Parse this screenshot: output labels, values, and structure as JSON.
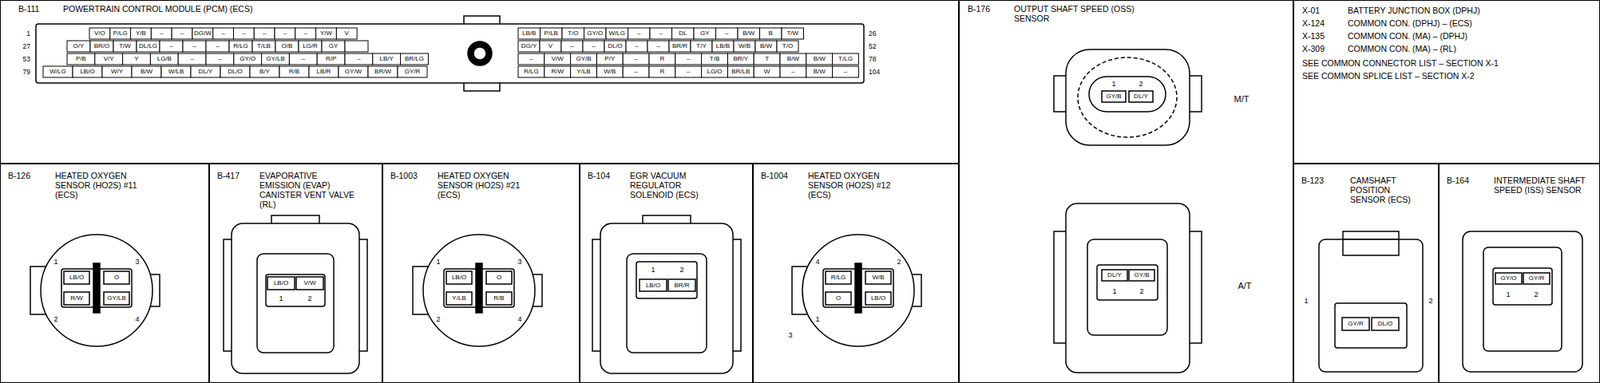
{
  "diagram": {
    "nodes": [
      {
        "text": [
          "B-111",
          "POWERTRAIN CONTROL MODULE (PCM) (ECS)"
        ]
      },
      {
        "text": [
          "B-176",
          "OUTPUT SHAFT SPEED (OSS) SENSOR"
        ]
      },
      {
        "text": [
          "X-01",
          "BATTERY JUNCTION BOX (DPHJ)",
          "X-124",
          "COMMON CON. (DPHJ) – (ECS)",
          "X-135",
          "COMMON CON. (MA) – (DPHJ)",
          "X-309",
          "COMMON CON. (MA) – (RL)",
          "SEE COMMON CONNECTOR LIST – SECTION X-1",
          "SEE COMMON SPLICE LIST – SECTION X-2"
        ]
      },
      {
        "text": [
          "B-126",
          "HEATED OXYGEN SENSOR (HO2S) #11 (ECS)"
        ]
      },
      {
        "text": [
          "B-417",
          "EVAPORATIVE EMISSION (EVAP) CANISTER VENT VALVE (RL)"
        ]
      },
      {
        "text": [
          "B-1003",
          "HEATED OXYGEN SENSOR (HO2S) #21 (ECS)"
        ]
      },
      {
        "text": [
          "B-104",
          "EGR VACUUM REGULATOR SOLENOID (ECS)"
        ]
      },
      {
        "text": [
          "B-1004",
          "HEATED OXYGEN SENSOR (HO2S) #12 (ECS)"
        ]
      },
      {
        "text": [
          "B-123",
          "CAMSHAFT POSITION SENSOR (ECS)"
        ]
      },
      {
        "text": [
          "B-164",
          "INTERMEDIATE SHAFT SPEED (ISS) SENSOR"
        ]
      }
    ],
    "labels": [
      "1",
      "27",
      "53",
      "79",
      "26",
      "52",
      "78",
      "104",
      "V/O",
      "P/LG",
      "Y/B",
      "–",
      "–",
      "DG/W",
      "–",
      "–",
      "–",
      "–",
      "–",
      "Y/W",
      "V",
      "LB/B",
      "P/LB",
      "T/O",
      "GY/O",
      "W/LG",
      "–",
      "–",
      "DL",
      "GY",
      "–",
      "B/W",
      "B",
      "T/W",
      "O/Y",
      "BR/O",
      "T/W",
      "DL/LG",
      "–",
      "–",
      "–",
      "R/LG",
      "T/LB",
      "O/B",
      "LG/R",
      "GY",
      "DG/Y",
      "V",
      "–",
      "–",
      "DL/O",
      "–",
      "–",
      "BR/R",
      "T/Y",
      "LB/B",
      "W/B",
      "B/W",
      "T/O",
      "P/B",
      "V/Y",
      "Y",
      "LG/B",
      "–",
      "–",
      "GY/O",
      "GY/LB",
      "–",
      "R/P",
      "–",
      "LB/Y",
      "BR/LG",
      "–",
      "V/W",
      "GY/B",
      "P/Y",
      "–",
      "R",
      "–",
      "T/B",
      "BR/Y",
      "T",
      "B/W",
      "B/W",
      "T/LG",
      "W/LG",
      "LB/O",
      "W/Y",
      "B/W",
      "W/LB",
      "DL/Y",
      "DL/O",
      "B/Y",
      "R/B",
      "LB/R",
      "GY/W",
      "BR/W",
      "GY/R",
      "R/LG",
      "R/W",
      "Y/LB",
      "W/B",
      "–",
      "R",
      "–",
      "LG/O",
      "BR/LB",
      "W",
      "–",
      "B/W",
      "–",
      "1",
      "2",
      "GY/B",
      "DL/Y",
      "M/T",
      "DL/Y",
      "GY/B",
      "1",
      "2",
      "A/T",
      "1",
      "3",
      "LB/O",
      "O",
      "R/W",
      "GY/LB",
      "2",
      "4",
      "LB/O",
      "V/W",
      "1",
      "2",
      "1",
      "3",
      "LB/O",
      "O",
      "Y/LB",
      "R/B",
      "2",
      "4",
      "1",
      "2",
      "LB/O",
      "BR/R",
      "4",
      "2",
      "R/LG",
      "W/B",
      "O",
      "LB/O",
      "1",
      "3",
      "1",
      "GY/R",
      "DL/O",
      "2",
      "GY/O",
      "GY/R",
      "1",
      "2"
    ]
  }
}
